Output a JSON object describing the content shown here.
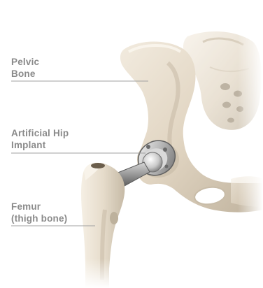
{
  "labels": {
    "pelvic_bone": {
      "line1": "Pelvic",
      "line2": "Bone"
    },
    "hip_implant": {
      "line1": "Artificial Hip",
      "line2": "Implant"
    },
    "femur": {
      "line1": "Femur",
      "line2": "(thigh bone)"
    }
  },
  "colors": {
    "label_text": "#8a8a8a",
    "leader_line": "#a0a0a0",
    "bone_light": "#f3ece0",
    "bone_mid": "#ddd1bd",
    "bone_shadow": "#b9ac97",
    "metal_light": "#e8e8e8",
    "metal_dark": "#7c7c7c"
  }
}
